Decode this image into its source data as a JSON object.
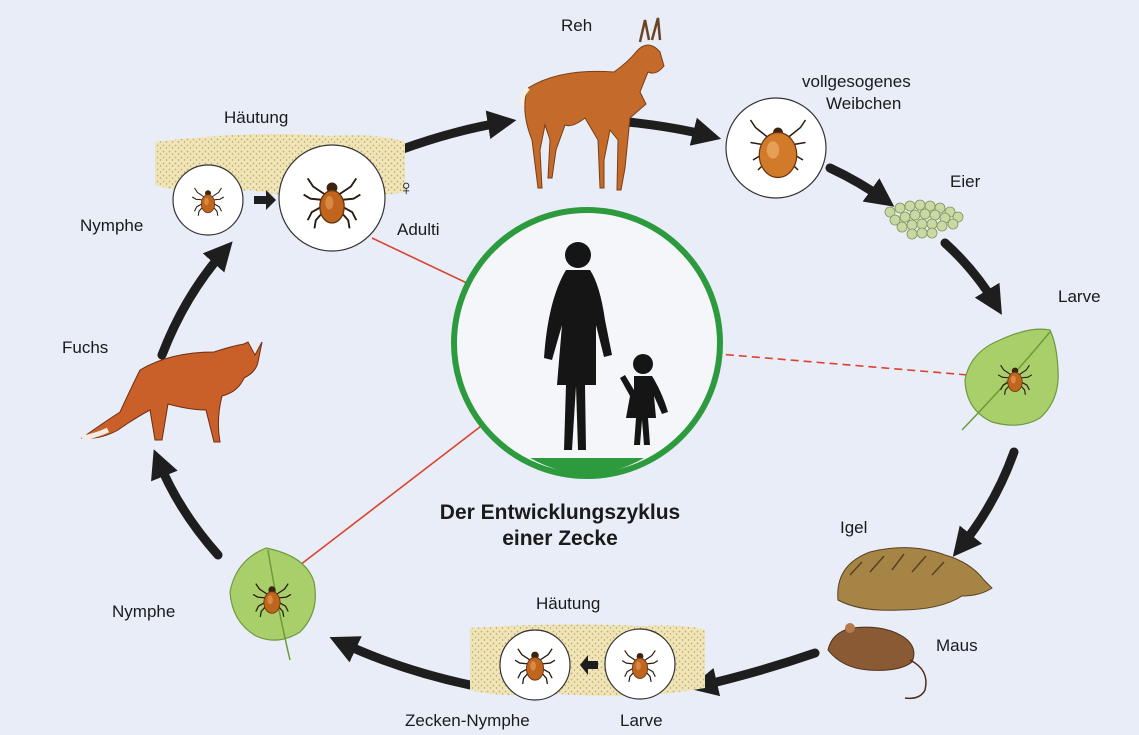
{
  "title": {
    "line1": "Der Entwicklungszyklus",
    "line2": "einer Zecke"
  },
  "labels": {
    "reh": "Reh",
    "weibchen_line1": "vollgesogenes",
    "weibchen_line2": "Weibchen",
    "eier": "Eier",
    "larve_right": "Larve",
    "igel": "Igel",
    "maus": "Maus",
    "haeutung_bottom": "Häutung",
    "larve_bottom": "Larve",
    "zecken_nymphe": "Zecken-Nymphe",
    "nymphe_left": "Nymphe",
    "fuchs": "Fuchs",
    "nymphe_top": "Nymphe",
    "haeutung_top": "Häutung",
    "adulti": "Adulti",
    "female_symbol": "♀"
  },
  "colors": {
    "background": "#e9edf8",
    "cycle_arrow": "#1e1e1e",
    "infection_arrow": "#d9432e",
    "human_circle": "#2e9a3e",
    "silhouette": "#151515",
    "tick_body": "#c0651e",
    "leaf": "#a9cf6a",
    "soil": "#e6d9a4"
  }
}
